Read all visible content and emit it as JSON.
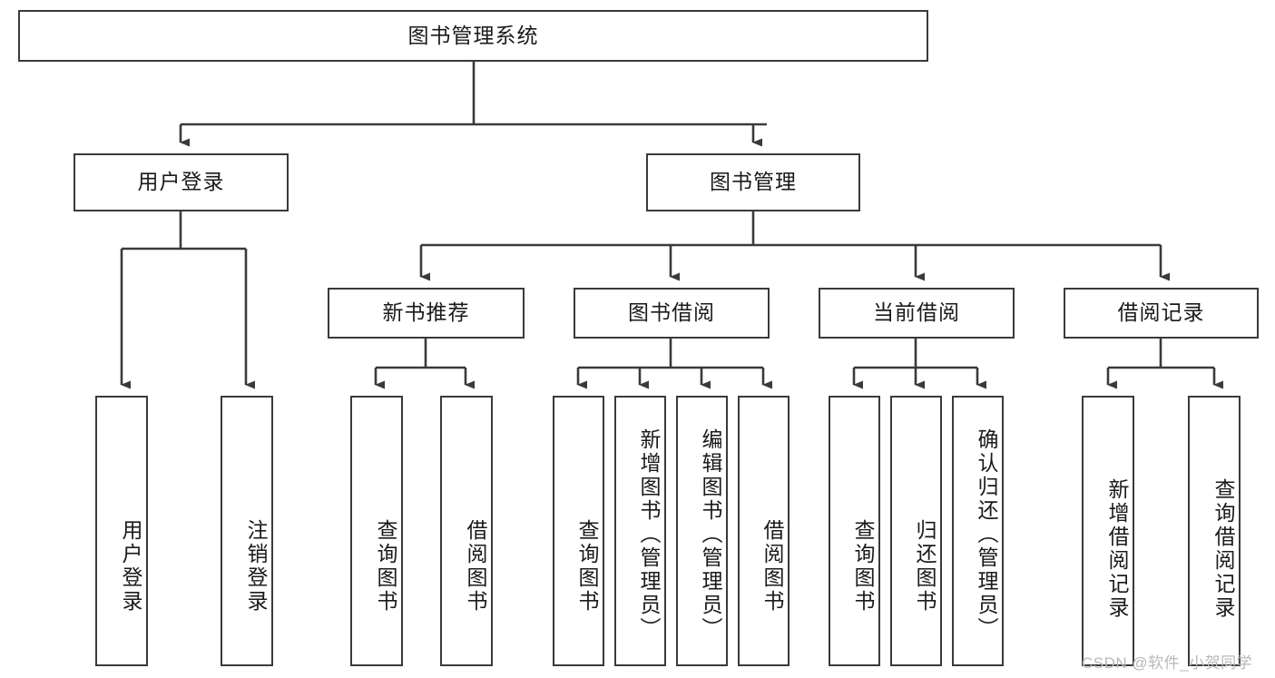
{
  "diagram": {
    "title": "图书管理系统",
    "type": "hierarchy-tree",
    "root": {
      "id": "root",
      "label": "图书管理系统",
      "orientation": "horizontal"
    },
    "level1": [
      {
        "id": "user-login",
        "label": "用户登录",
        "orientation": "horizontal"
      },
      {
        "id": "book-management",
        "label": "图书管理",
        "orientation": "horizontal"
      }
    ],
    "level2": [
      {
        "id": "new-book-recommend",
        "label": "新书推荐",
        "orientation": "horizontal",
        "parent": "book-management"
      },
      {
        "id": "book-borrow",
        "label": "图书借阅",
        "orientation": "horizontal",
        "parent": "book-management"
      },
      {
        "id": "current-borrow",
        "label": "当前借阅",
        "orientation": "horizontal",
        "parent": "book-management"
      },
      {
        "id": "borrow-record",
        "label": "借阅记录",
        "orientation": "horizontal",
        "parent": "book-management"
      }
    ],
    "leaves": [
      {
        "id": "leaf-user-login",
        "label": "用户登录",
        "parent": "user-login",
        "orientation": "vertical"
      },
      {
        "id": "leaf-logout",
        "label": "注销登录",
        "parent": "user-login",
        "orientation": "vertical"
      },
      {
        "id": "leaf-query-books-rec",
        "label": "查询图书",
        "parent": "new-book-recommend",
        "orientation": "vertical"
      },
      {
        "id": "leaf-borrow-books-rec",
        "label": "借阅图书",
        "parent": "new-book-recommend",
        "orientation": "vertical"
      },
      {
        "id": "leaf-query-books-borrow",
        "label": "查询图书",
        "parent": "book-borrow",
        "orientation": "vertical"
      },
      {
        "id": "leaf-add-book-admin",
        "label": "新增图书（管理员）",
        "parent": "book-borrow",
        "orientation": "vertical"
      },
      {
        "id": "leaf-edit-book-admin",
        "label": "编辑图书（管理员）",
        "parent": "book-borrow",
        "orientation": "vertical"
      },
      {
        "id": "leaf-borrow-books",
        "label": "借阅图书",
        "parent": "book-borrow",
        "orientation": "vertical"
      },
      {
        "id": "leaf-query-books-current",
        "label": "查询图书",
        "parent": "current-borrow",
        "orientation": "vertical"
      },
      {
        "id": "leaf-return-books",
        "label": "归还图书",
        "parent": "current-borrow",
        "orientation": "vertical"
      },
      {
        "id": "leaf-confirm-return-admin",
        "label": "确认归还（管理员）",
        "parent": "current-borrow",
        "orientation": "vertical"
      },
      {
        "id": "leaf-add-borrow-record",
        "label": "新增借阅记录",
        "parent": "borrow-record",
        "orientation": "vertical"
      },
      {
        "id": "leaf-query-borrow-record",
        "label": "查询借阅记录",
        "parent": "borrow-record",
        "orientation": "vertical"
      }
    ]
  },
  "watermark": {
    "text": "CSDN @软件_小贺同学"
  },
  "colors": {
    "stroke": "#3a3a3a",
    "background": "#ffffff",
    "text": "#1a1a1a",
    "watermark": "#b9b9b9"
  }
}
